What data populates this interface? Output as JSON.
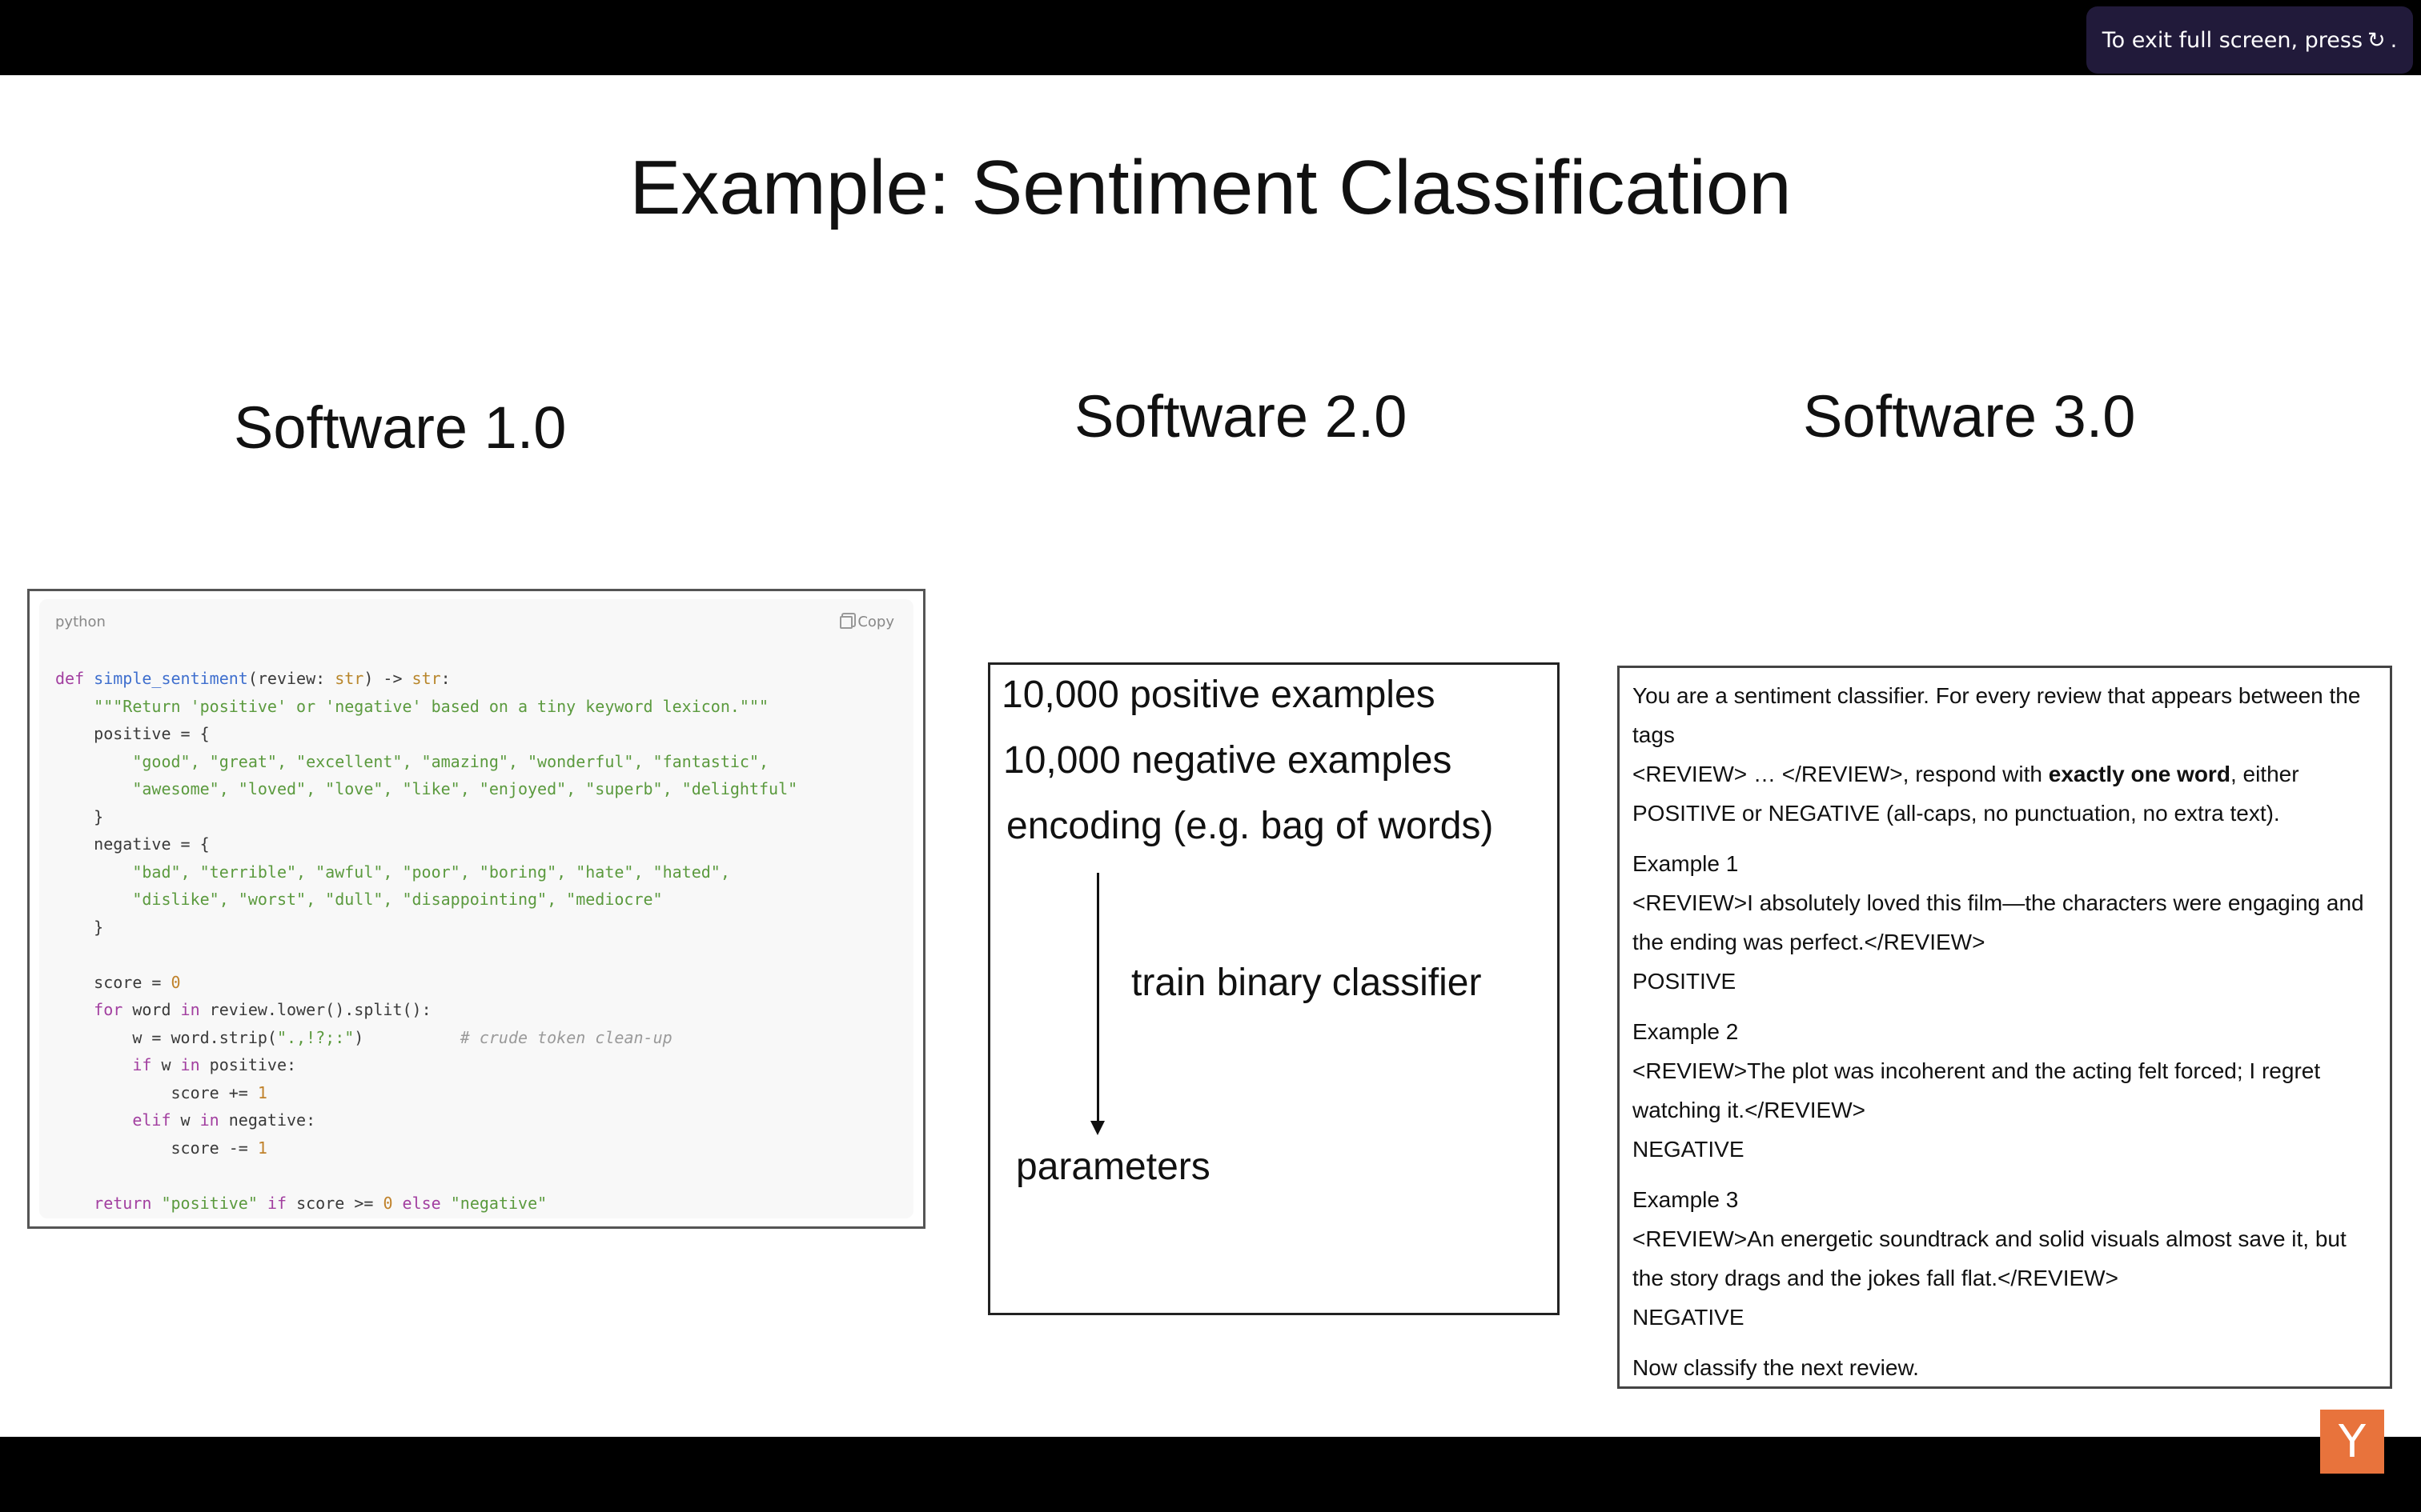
{
  "toast": {
    "text": "To exit full screen, press",
    "key_icon": "refresh-icon",
    "period": "."
  },
  "slide": {
    "title": "Example: Sentiment Classification",
    "columns": [
      "Software 1.0",
      "Software 2.0",
      "Software 3.0"
    ]
  },
  "code": {
    "lang": "python",
    "copy_label": "Copy",
    "lines": {
      "l1_def": "def",
      "l1_name": "simple_sentiment",
      "l1_args": "(review: ",
      "l1_type": "str",
      "l1_ret": ") -> ",
      "l1_rtype": "str",
      "l1_colon": ":",
      "l2": "\"\"\"Return 'positive' or 'negative' based on a tiny keyword lexicon.\"\"\"",
      "l3": "positive = {",
      "l4": "\"good\", \"great\", \"excellent\", \"amazing\", \"wonderful\", \"fantastic\",",
      "l5": "\"awesome\", \"loved\", \"love\", \"like\", \"enjoyed\", \"superb\", \"delightful\"",
      "l6": "}",
      "l7": "negative = {",
      "l8": "\"bad\", \"terrible\", \"awful\", \"poor\", \"boring\", \"hate\", \"hated\",",
      "l9": "\"dislike\", \"worst\", \"dull\", \"disappointing\", \"mediocre\"",
      "l10": "}",
      "l11a": "score = ",
      "l11b": "0",
      "l12a": "for",
      "l12b": " word ",
      "l12c": "in",
      "l12d": " review.lower().split():",
      "l13a": "w = word.strip(",
      "l13b": "\".,!?;:\"",
      "l13c": ")",
      "l13d": "# crude token clean-up",
      "l14a": "if",
      "l14b": " w ",
      "l14c": "in",
      "l14d": " positive:",
      "l15a": "score += ",
      "l15b": "1",
      "l16a": "elif",
      "l16b": " w ",
      "l16c": "in",
      "l16d": " negative:",
      "l17a": "score -= ",
      "l17b": "1",
      "l18a": "return",
      "l18b": "\"positive\"",
      "l18c": "if",
      "l18d": " score >= ",
      "l18e": "0",
      "l18f": "else",
      "l18g": "\"negative\""
    }
  },
  "sw2": {
    "line1": "10,000 positive examples",
    "line2": "10,000 negative examples",
    "line3": "encoding (e.g. bag of words)",
    "arrow_label": "train binary classifier",
    "result": "parameters"
  },
  "sw3": {
    "intro_1": "You are a sentiment classifier. For every review that appears between the",
    "intro_2": "tags",
    "intro_3a": "<REVIEW> … </REVIEW>, respond with ",
    "intro_3b": "exactly one word",
    "intro_3c": ", either",
    "intro_4": "POSITIVE or NEGATIVE (all-caps, no punctuation, no extra text).",
    "ex1_title": "Example 1",
    "ex1_l1": "<REVIEW>I absolutely loved this film—the characters were engaging and",
    "ex1_l2": "the ending was perfect.</REVIEW>",
    "ex1_label": "POSITIVE",
    "ex2_title": "Example 2",
    "ex2_l1": "<REVIEW>The plot was incoherent and the acting felt forced; I regret",
    "ex2_l2": "watching it.</REVIEW>",
    "ex2_label": "NEGATIVE",
    "ex3_title": "Example 3",
    "ex3_l1": "<REVIEW>An energetic soundtrack and solid visuals almost save it, but",
    "ex3_l2": "the story drags and the jokes fall flat.</REVIEW>",
    "ex3_label": "NEGATIVE",
    "outro": "Now classify the next review."
  },
  "watermark": {
    "letter": "Y",
    "color": "#e8733c"
  }
}
